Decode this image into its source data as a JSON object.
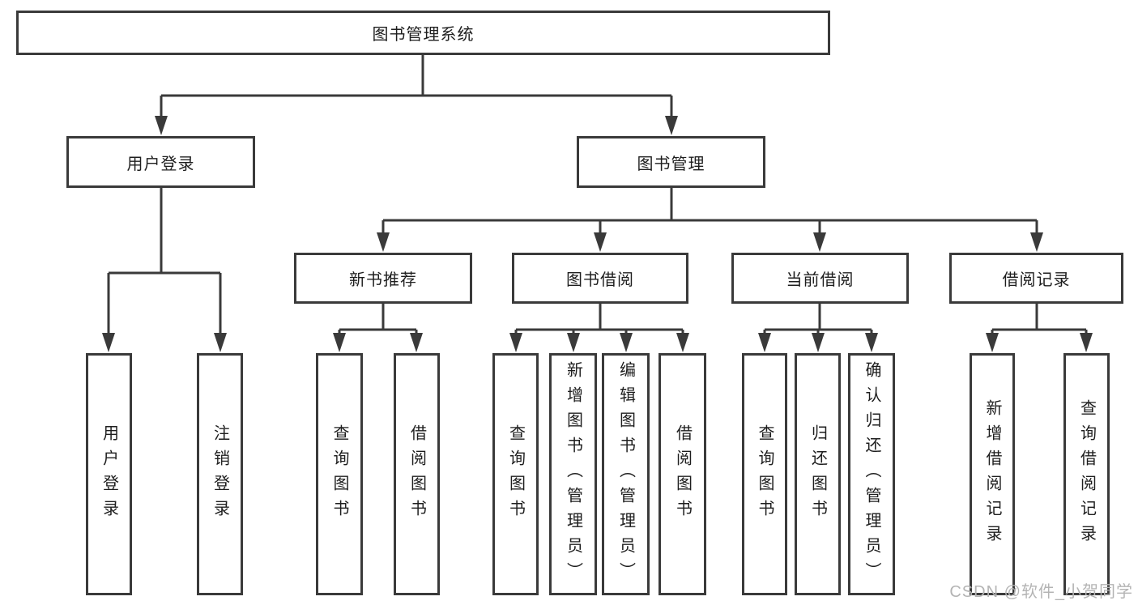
{
  "tree": {
    "label": "图书管理系统",
    "children": [
      {
        "label": "用户登录",
        "children": [
          {
            "label": "用户登录"
          },
          {
            "label": "注销登录"
          }
        ]
      },
      {
        "label": "图书管理",
        "children": [
          {
            "label": "新书推荐",
            "children": [
              {
                "label": "查询图书"
              },
              {
                "label": "借阅图书"
              }
            ]
          },
          {
            "label": "图书借阅",
            "children": [
              {
                "label": "查询图书"
              },
              {
                "label": "新增图书（管理员）"
              },
              {
                "label": "编辑图书（管理员）"
              },
              {
                "label": "借阅图书"
              }
            ]
          },
          {
            "label": "当前借阅",
            "children": [
              {
                "label": "查询图书"
              },
              {
                "label": "归还图书"
              },
              {
                "label": "确认归还（管理员）"
              }
            ]
          },
          {
            "label": "借阅记录",
            "children": [
              {
                "label": "新增借阅记录"
              },
              {
                "label": "查询借阅记录"
              }
            ]
          }
        ]
      }
    ]
  },
  "watermark": {
    "text": "CSDN @软件_小贺同学"
  },
  "colors": {
    "line": "#3a3a3a",
    "text": "#1e1e1e",
    "background": "#ffffff",
    "watermark": "#b4b4b4"
  }
}
